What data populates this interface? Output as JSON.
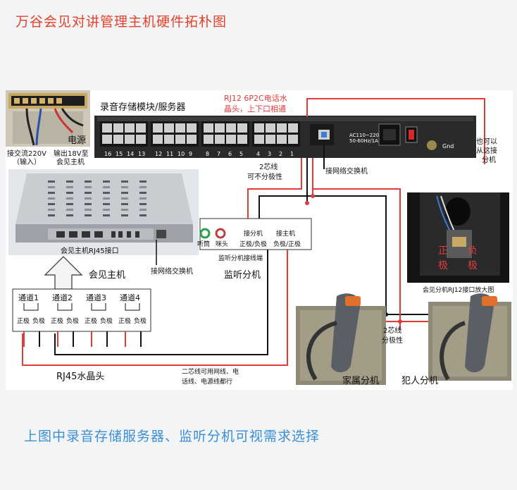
{
  "title": "万谷会见对讲管理主机硬件拓朴图",
  "bottom_note": "上图中录音存储服务器、监听分机可视需求选择",
  "server": {
    "label": "录音存储模块/服务器",
    "port_numbers": [
      "16",
      "15",
      "14",
      "13",
      "12",
      "11",
      "10",
      "9",
      "8",
      "7",
      "6",
      "5",
      "4",
      "3",
      "2",
      "1"
    ],
    "ac_label_1": "AC110~220V",
    "ac_label_2": "50-60Hz/1A",
    "gnd_label": "Gnd"
  },
  "rj12_note": {
    "line1": "RJ12 6P2C电话水",
    "line2": "晶头，上下口相通"
  },
  "power": {
    "label": "电源",
    "input_line1": "接交流220V",
    "input_line2": "（输入）",
    "output_line1": "输出18V至",
    "output_line2": "会见主机"
  },
  "wire_note_top": {
    "line1": "2芯线",
    "line2": "可不分极性"
  },
  "network_label_server": "接网络交换机",
  "extension_note": {
    "line1": "也可以",
    "line2": "从这接",
    "line3": "分机"
  },
  "host": {
    "rj45_caption": "会见主机RJ45接口",
    "network_label": "接网络交换机",
    "label": "会见主机"
  },
  "monitor": {
    "headset_label": "听筒",
    "mic_label": "咪头",
    "col1_title": "接分机",
    "col1_sub": "正极/负极",
    "col2_title": "接主机",
    "col2_sub": "负极/正极",
    "caption": "监听分机接线端",
    "label": "监听分机"
  },
  "channels": [
    {
      "name": "通道1",
      "pos": "正极",
      "neg": "负极"
    },
    {
      "name": "通道2",
      "pos": "正极",
      "neg": "负极"
    },
    {
      "name": "通道3",
      "pos": "正极",
      "neg": "负极"
    },
    {
      "name": "通道4",
      "pos": "正极",
      "neg": "负极"
    }
  ],
  "rj45_label": "RJ45水晶头",
  "wire_note_bottom": {
    "line1": "二芯线可用网线、电",
    "line2": "话线、电源线都行"
  },
  "wire_note_mid": {
    "line1": "2芯线",
    "line2": "分极性"
  },
  "family_label": "家属分机",
  "inmate_label": "犯人分机",
  "closeup": {
    "pos": "正",
    "pos2": "极",
    "neg": "负",
    "neg2": "极",
    "caption": "会见分机RJ12接口放大图"
  },
  "colors": {
    "title": "#e8402a",
    "note": "#3a8fd8",
    "wire_red": "#e23b3b",
    "wire_black": "#111111"
  }
}
